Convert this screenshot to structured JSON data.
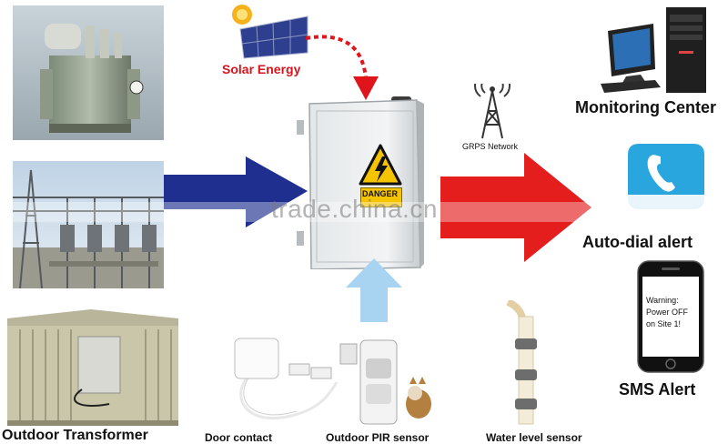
{
  "labels": {
    "solar": "Solar Energy",
    "monitoring": "Monitoring Center",
    "network": "GRPS Network",
    "autodial": "Auto-dial alert",
    "sms": "SMS  Alert",
    "outdoor_transformer": "Outdoor Transformer",
    "door_contact": "Door contact",
    "pir_sensor": "Outdoor PIR  sensor",
    "water_sensor": "Water level sensor"
  },
  "danger_sign": "DANGER",
  "sms_message": [
    "Warning:",
    "Power OFF",
    "on Site 1!"
  ],
  "watermark": "trade.china.cn",
  "colors": {
    "input_arrow": "#1e2f8f",
    "output_arrow": "#e41d1d",
    "solar_arrow": "#e0141b",
    "sensor_arrow": "#a8d4f2",
    "solar_label": "#d7141b",
    "phone_blue": "#2aa6df"
  },
  "icons": [
    "solar-panel-icon",
    "antenna-tower-icon",
    "phone-call-icon",
    "desktop-computer-icon",
    "mobile-phone-icon",
    "warning-lightning-icon"
  ]
}
